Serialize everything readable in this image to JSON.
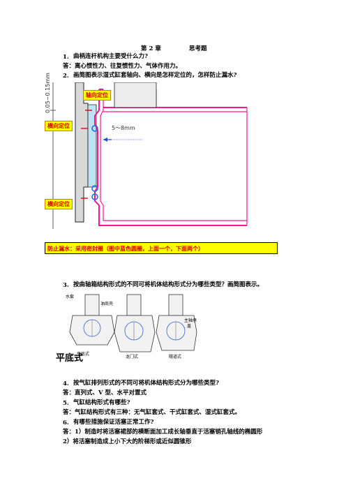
{
  "header": {
    "chapter": "第 2 章",
    "title": "思考题"
  },
  "items": [
    {
      "num": "1.",
      "text": "曲柄连杆机构主要受什么力?"
    },
    {
      "num": "",
      "text": "答：离心惯性力、往复惯性力、气体作用力。"
    },
    {
      "num": "2.",
      "text": "画简图表示湿式缸套轴向、横向是怎样定位的，怎样防止漏水?"
    }
  ],
  "figure1": {
    "axial_label": "轴向定位",
    "lateral_label_top": "横向定位",
    "lateral_label_bottom": "横向定位",
    "dim_left": "0.05~0.15mm",
    "dim_right": "5～8mm"
  },
  "note": "防止漏水：采用密封圈（图中蓝色圆圈，上面一个，下面两个）",
  "q3": {
    "num": "3.",
    "text": "按曲轴箱结构形式的不同可将机体结构形式分为哪些类型？画简图表示。"
  },
  "figure2": {
    "label_top": "水套",
    "label_mid": "油底壳",
    "label_right1": "主轴承",
    "label_right2": "盖",
    "cap_left": "平底式",
    "cap_mid": "龙门式",
    "cap_right": "隧道式"
  },
  "figure2_caption": "平底式",
  "bottom": [
    {
      "num": "4.",
      "text": "按气缸排列形式的不同可将机体结构形式分为哪些类型?"
    },
    {
      "num": "",
      "text": "答：直列式、V 型、水平对置式"
    },
    {
      "num": "5.",
      "text": "气缸结构形式有哪些?"
    },
    {
      "num": "",
      "text": "答：气缸结构形式有三种：无气缸套式、干式缸套式、湿式缸套式。"
    },
    {
      "num": "6.",
      "text": "有哪些措施保证活塞正常工作?"
    },
    {
      "num": "",
      "text": "答：1）制造时将活塞裙部的横断面加工成长轴垂直于活塞销孔轴线的椭圆形"
    },
    {
      "num": "",
      "text": "2）将活塞制造成上小下大的阶梯形或近似圆锥形"
    }
  ]
}
